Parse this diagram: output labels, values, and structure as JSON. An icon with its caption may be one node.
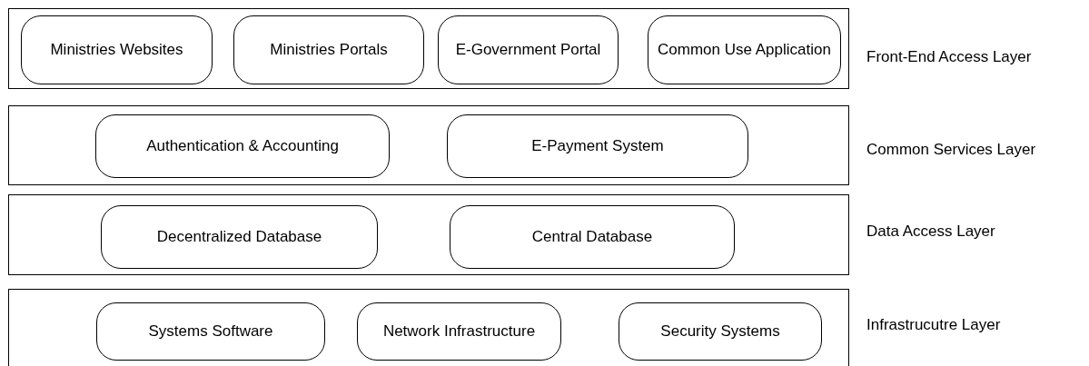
{
  "diagram": {
    "nodes": [
      {
        "text": [
          "Front-End Access Layer"
        ]
      },
      {
        "text": [
          "Ministries Websites"
        ],
        "in": 0
      },
      {
        "text": [
          "Ministries Portals"
        ],
        "in": 0
      },
      {
        "text": [
          "E-Government Portal"
        ],
        "in": 0
      },
      {
        "text": [
          "Common Use Application"
        ],
        "in": 0
      },
      {
        "text": [
          "Common Services Layer"
        ]
      },
      {
        "text": [
          "Authentication & Accounting"
        ],
        "in": 5
      },
      {
        "text": [
          "E-Payment System"
        ],
        "in": 5
      },
      {
        "text": [
          "Data Access Layer"
        ]
      },
      {
        "text": [
          "Decentralized Database"
        ],
        "in": 8
      },
      {
        "text": [
          "Central Database"
        ],
        "in": 8
      },
      {
        "text": [
          "Infrastrucutre Layer"
        ]
      },
      {
        "text": [
          "Systems Software"
        ],
        "in": 11
      },
      {
        "text": [
          "Network Infrastructure"
        ],
        "in": 11
      },
      {
        "text": [
          "Security Systems"
        ],
        "in": 11
      }
    ]
  }
}
